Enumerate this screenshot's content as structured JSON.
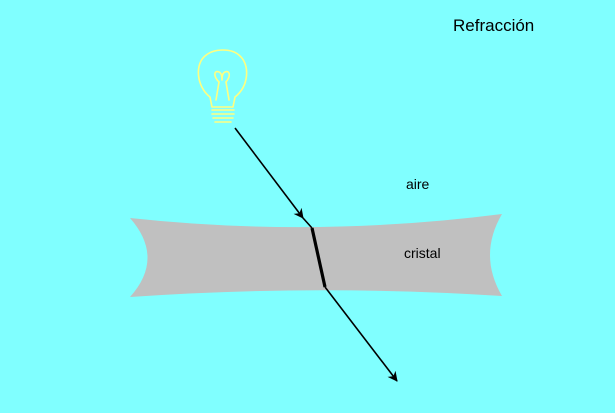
{
  "title": "Refracción",
  "media": {
    "air_label": "aire",
    "glass_label": "cristal"
  },
  "icons": {
    "light_source": "light-bulb-icon"
  },
  "colors": {
    "background": "#80ffff",
    "glass": "#c0c0c0",
    "bulb": "#ffff80",
    "ray": "#000000"
  }
}
